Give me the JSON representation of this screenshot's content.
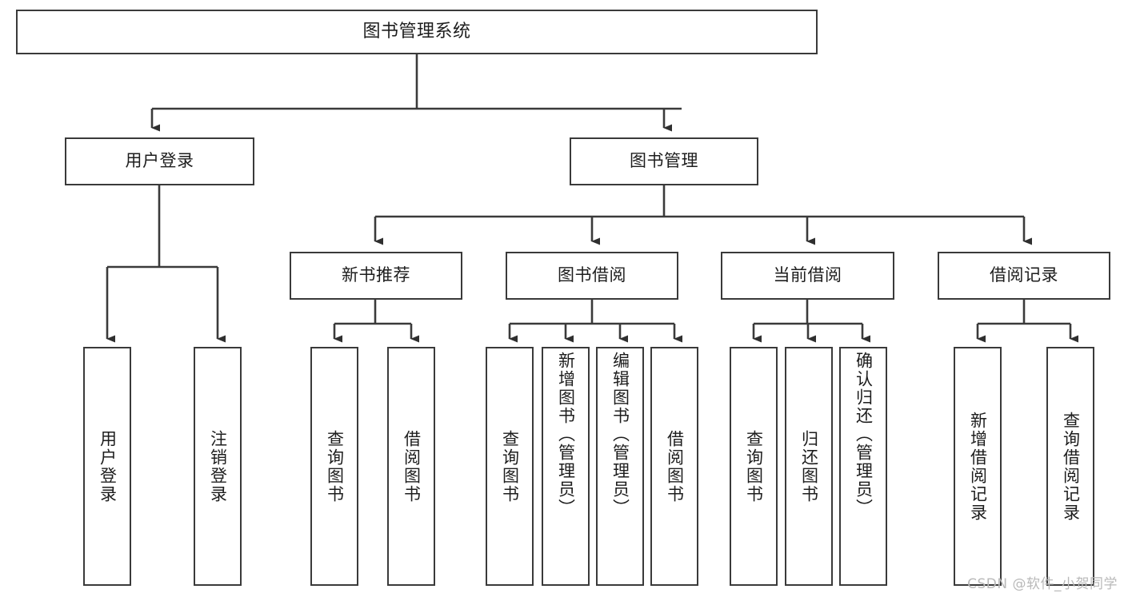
{
  "diagram": {
    "title": "图书管理系统",
    "watermark": "CSDN @软件_小贺同学",
    "levels": {
      "root": "图书管理系统",
      "level1": [
        "用户登录",
        "图书管理"
      ],
      "level2": [
        "新书推荐",
        "图书借阅",
        "当前借阅",
        "借阅记录"
      ]
    },
    "nodes": {
      "root": {
        "label": "图书管理系统"
      },
      "user_login": {
        "label": "用户登录"
      },
      "book_manage": {
        "label": "图书管理"
      },
      "new_book_rec": {
        "label": "新书推荐"
      },
      "book_borrow": {
        "label": "图书借阅"
      },
      "current_borrow": {
        "label": "当前借阅"
      },
      "borrow_record": {
        "label": "借阅记录"
      },
      "leaf_user_login": {
        "label": "用户登录"
      },
      "leaf_logout": {
        "label": "注销登录"
      },
      "leaf_query_book_a": {
        "label": "查询图书"
      },
      "leaf_borrow_book_a": {
        "label": "借阅图书"
      },
      "leaf_query_book_b": {
        "label": "查询图书"
      },
      "leaf_add_book": {
        "label": "新增图书（管理员）"
      },
      "leaf_edit_book": {
        "label": "编辑图书（管理员）"
      },
      "leaf_borrow_book_b": {
        "label": "借阅图书"
      },
      "leaf_query_book_c": {
        "label": "查询图书"
      },
      "leaf_return_book": {
        "label": "归还图书"
      },
      "leaf_confirm_return": {
        "label": "确认归还（管理员）"
      },
      "leaf_add_record": {
        "label": "新增借阅记录"
      },
      "leaf_query_record": {
        "label": "查询借阅记录"
      }
    },
    "edges": [
      {
        "from": "root",
        "to": "user_login"
      },
      {
        "from": "root",
        "to": "book_manage"
      },
      {
        "from": "user_login",
        "to": "leaf_user_login"
      },
      {
        "from": "user_login",
        "to": "leaf_logout"
      },
      {
        "from": "book_manage",
        "to": "new_book_rec"
      },
      {
        "from": "book_manage",
        "to": "book_borrow"
      },
      {
        "from": "book_manage",
        "to": "current_borrow"
      },
      {
        "from": "book_manage",
        "to": "borrow_record"
      },
      {
        "from": "new_book_rec",
        "to": "leaf_query_book_a"
      },
      {
        "from": "new_book_rec",
        "to": "leaf_borrow_book_a"
      },
      {
        "from": "book_borrow",
        "to": "leaf_query_book_b"
      },
      {
        "from": "book_borrow",
        "to": "leaf_add_book"
      },
      {
        "from": "book_borrow",
        "to": "leaf_edit_book"
      },
      {
        "from": "book_borrow",
        "to": "leaf_borrow_book_b"
      },
      {
        "from": "current_borrow",
        "to": "leaf_query_book_c"
      },
      {
        "from": "current_borrow",
        "to": "leaf_return_book"
      },
      {
        "from": "current_borrow",
        "to": "leaf_confirm_return"
      },
      {
        "from": "borrow_record",
        "to": "leaf_add_record"
      },
      {
        "from": "borrow_record",
        "to": "leaf_query_record"
      }
    ],
    "colors": {
      "stroke": "#3a3a3a",
      "fill": "#ffffff",
      "text": "#1d1d1d",
      "watermark": "#b9b9b9"
    }
  }
}
